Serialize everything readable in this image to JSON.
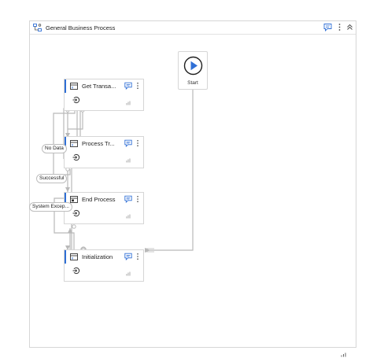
{
  "header": {
    "title": "General Business Process",
    "icon": "flowchart-icon"
  },
  "start": {
    "label": "Start"
  },
  "states": [
    {
      "name": "Get Transa...",
      "icon": "state-icon"
    },
    {
      "name": "Process Tr...",
      "icon": "state-icon"
    },
    {
      "name": "End Process",
      "icon": "final-state-icon"
    },
    {
      "name": "Initialization",
      "icon": "state-icon"
    }
  ],
  "transitions": [
    {
      "label": "No Data"
    },
    {
      "label": "Successful"
    },
    {
      "label": "System Excep..."
    }
  ],
  "colors": {
    "accent": "#2f6fd6",
    "wire": "#b9b9b9",
    "border": "#d6d6d6"
  }
}
